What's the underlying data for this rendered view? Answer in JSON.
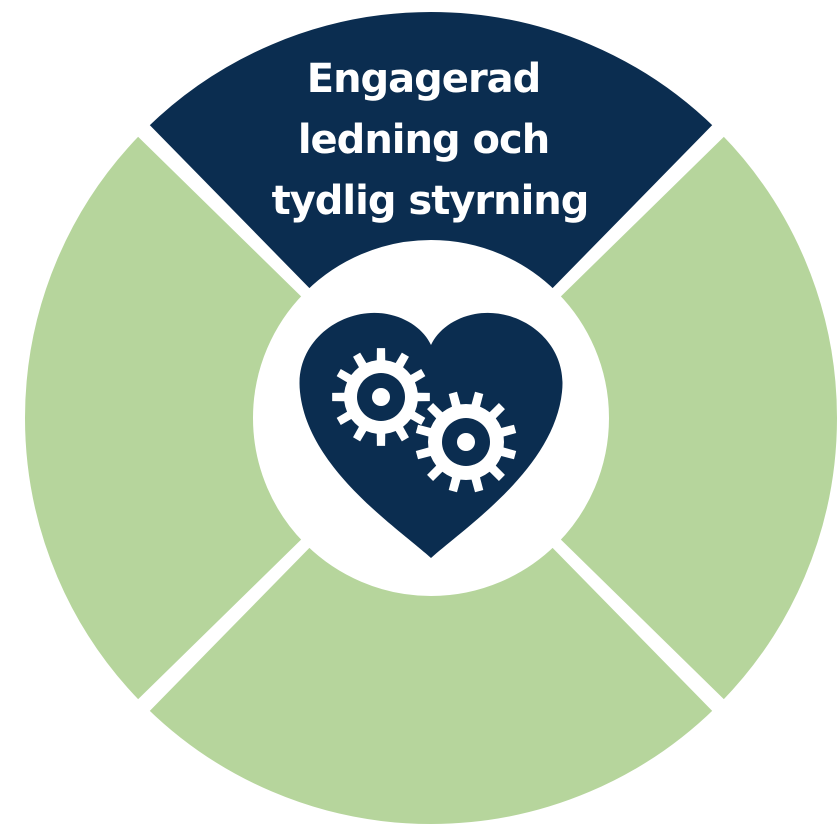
{
  "colors": {
    "active_segment": "#0b2d50",
    "inactive_segment": "#b6d59c",
    "separator": "#ffffff",
    "center": "#ffffff",
    "heart": "#0b2d50",
    "gears": "#ffffff",
    "label_text": "#ffffff"
  },
  "segments": [
    {
      "id": "top",
      "active": true,
      "label_lines": [
        "Engagerad",
        "ledning och",
        "tydlig styrning"
      ]
    },
    {
      "id": "right",
      "active": false,
      "label_lines": []
    },
    {
      "id": "bottom",
      "active": false,
      "label_lines": []
    },
    {
      "id": "left",
      "active": false,
      "label_lines": []
    }
  ],
  "center_icon": {
    "icon": "heart-with-gears-icon"
  }
}
